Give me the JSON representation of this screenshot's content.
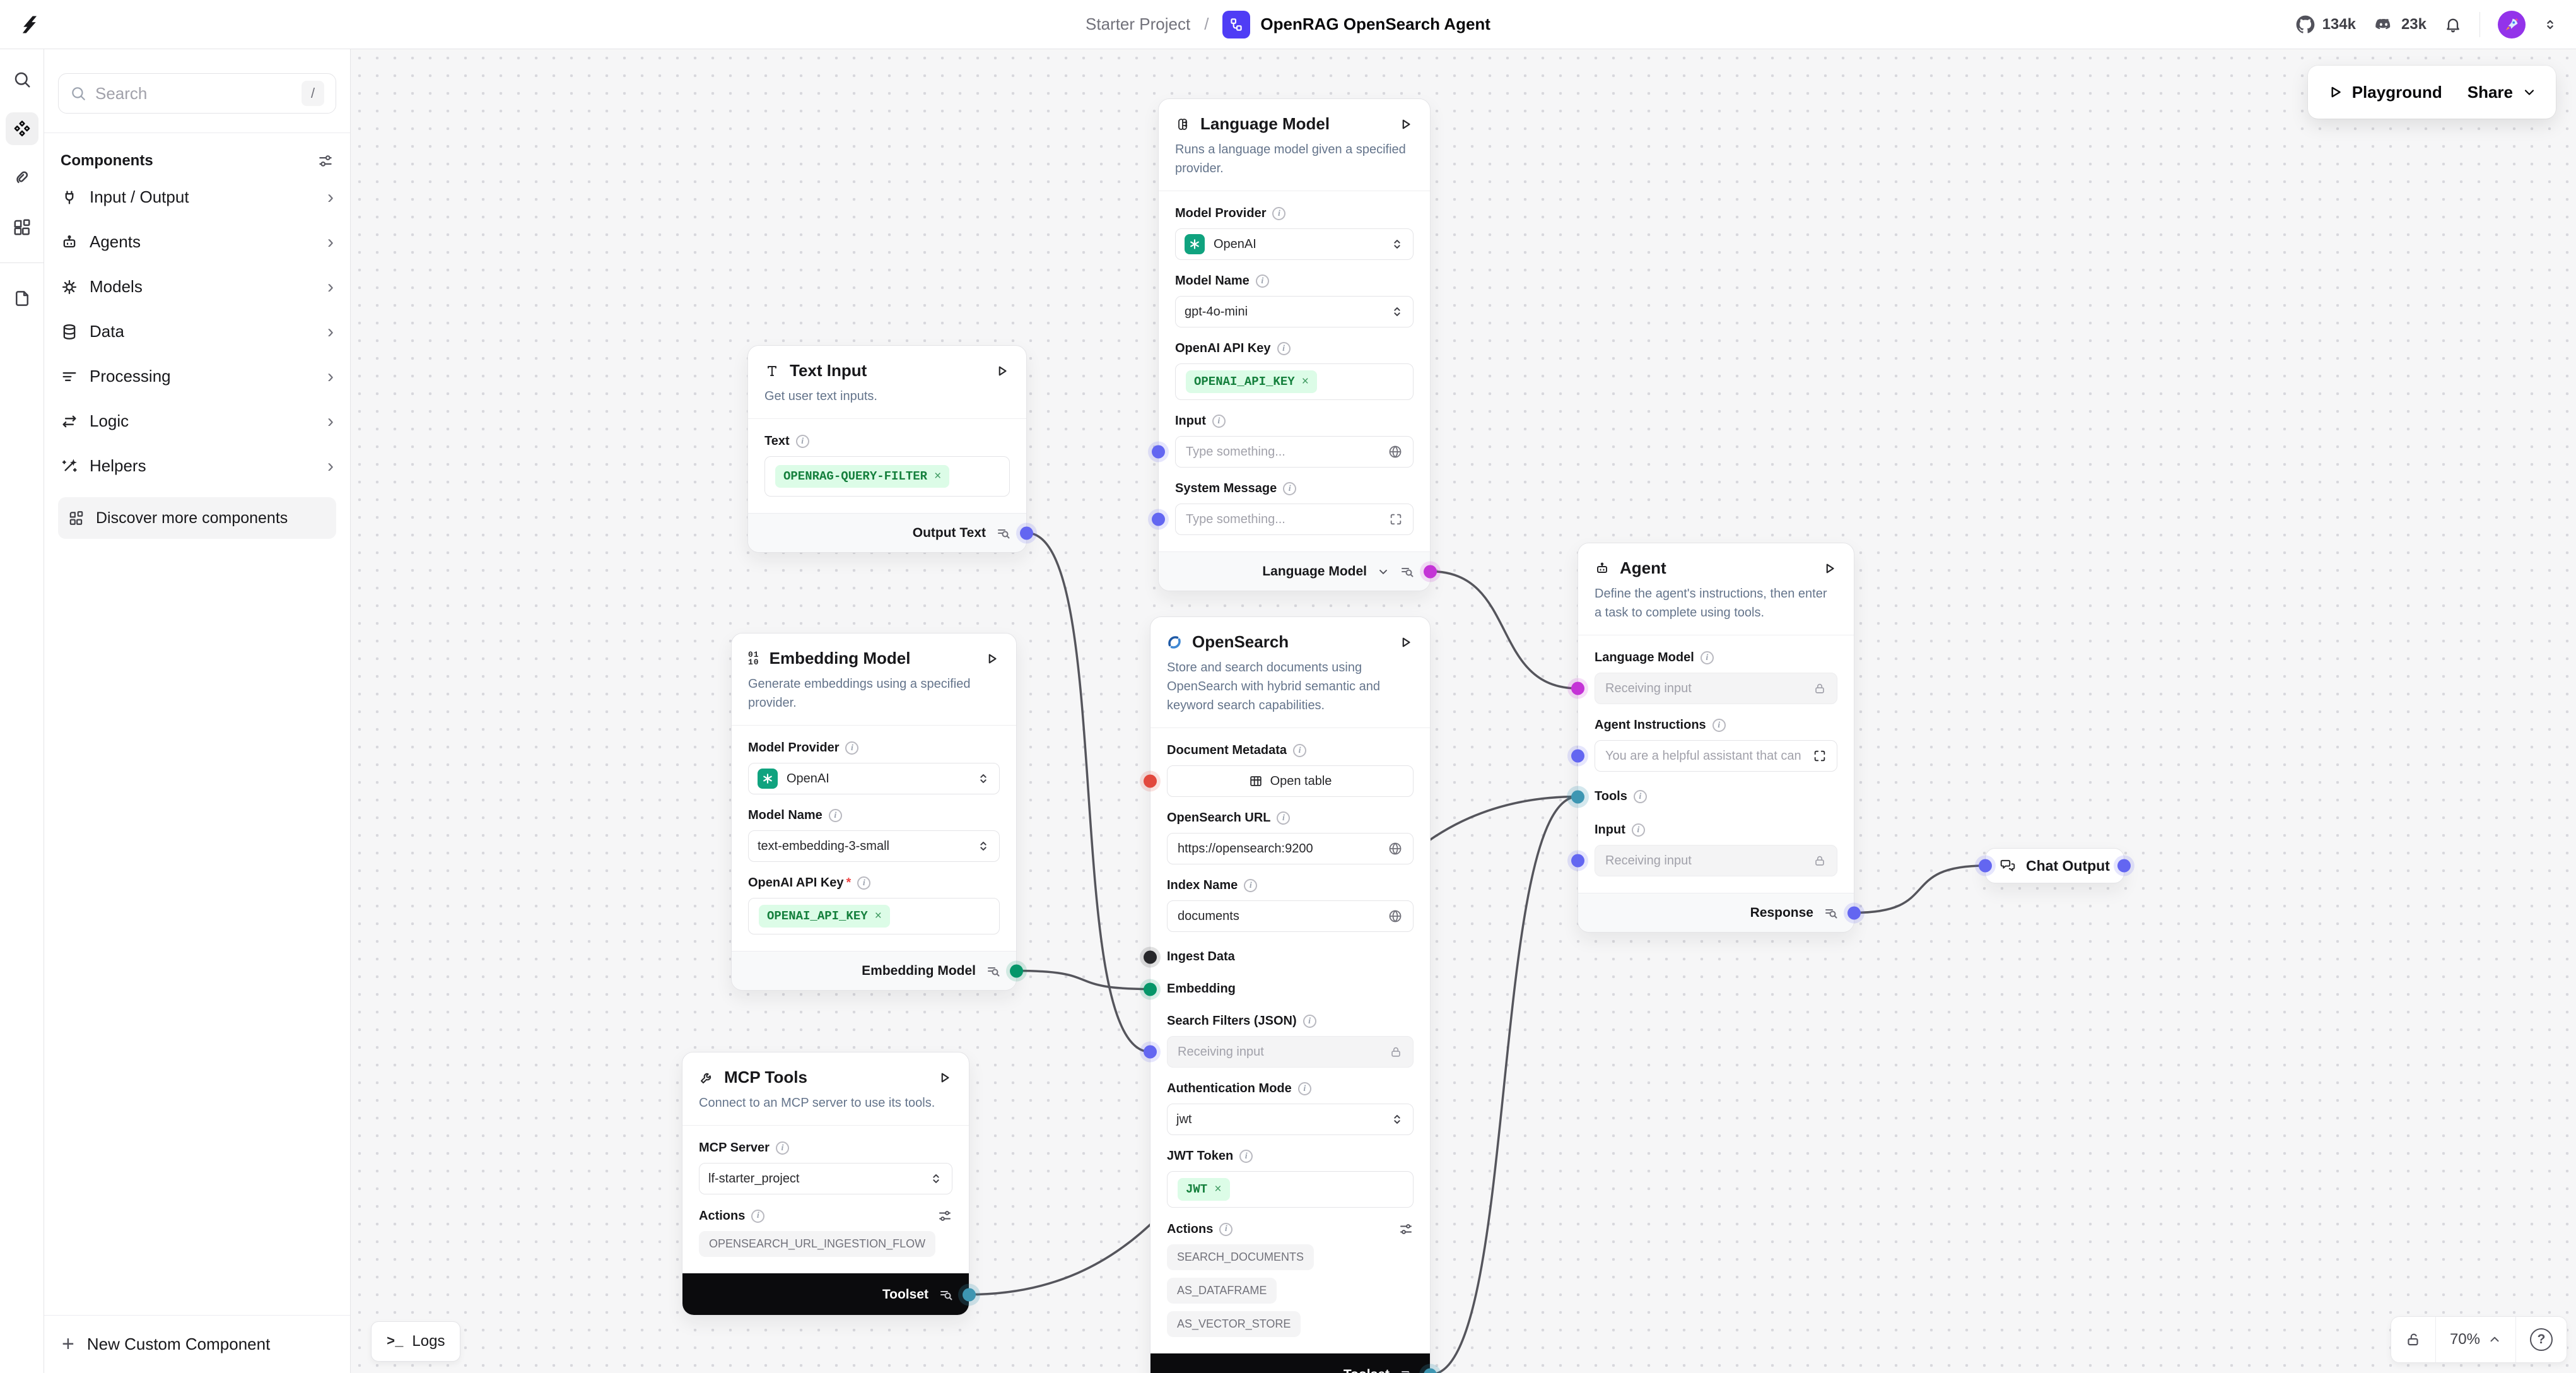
{
  "header": {
    "breadcrumb": "Starter Project",
    "separator": "/",
    "title": "OpenRAG OpenSearch Agent",
    "github_stars": "134k",
    "discord_count": "23k"
  },
  "toolbar": {
    "playground": "Playground",
    "share": "Share"
  },
  "sidebar": {
    "search": {
      "placeholder": "Search",
      "shortcut": "/"
    },
    "section_title": "Components",
    "items": [
      {
        "label": "Input / Output"
      },
      {
        "label": "Agents"
      },
      {
        "label": "Models"
      },
      {
        "label": "Data"
      },
      {
        "label": "Processing"
      },
      {
        "label": "Logic"
      },
      {
        "label": "Helpers"
      }
    ],
    "discover": "Discover more components",
    "new_custom_component": "New Custom Component"
  },
  "canvas": {
    "logs_label": "Logs",
    "zoom_level": "70%"
  },
  "nodes": {
    "text_input": {
      "title": "Text Input",
      "description": "Get user text inputs.",
      "text_label": "Text",
      "text_tag": "OPENRAG-QUERY-FILTER",
      "tag_close": "×",
      "output_label": "Output Text"
    },
    "language_model": {
      "title": "Language Model",
      "description": "Runs a language model given a specified provider.",
      "model_provider_label": "Model Provider",
      "model_provider_value": "OpenAI",
      "model_name_label": "Model Name",
      "model_name_value": "gpt-4o-mini",
      "api_key_label": "OpenAI API Key",
      "api_key_tag": "OPENAI_API_KEY",
      "input_label": "Input",
      "input_placeholder": "Type something...",
      "system_message_label": "System Message",
      "system_message_placeholder": "Type something...",
      "output_label": "Language Model"
    },
    "embedding_model": {
      "title": "Embedding Model",
      "description": "Generate embeddings using a specified provider.",
      "model_provider_label": "Model Provider",
      "model_provider_value": "OpenAI",
      "model_name_label": "Model Name",
      "model_name_value": "text-embedding-3-small",
      "api_key_label": "OpenAI API Key",
      "api_key_required": "*",
      "api_key_tag": "OPENAI_API_KEY",
      "output_label": "Embedding Model"
    },
    "opensearch": {
      "title": "OpenSearch",
      "description": "Store and search documents using OpenSearch with hybrid semantic and keyword search capabilities.",
      "document_metadata_label": "Document Metadata",
      "open_table_button": "Open table",
      "url_label": "OpenSearch URL",
      "url_value": "https://opensearch:9200",
      "index_name_label": "Index Name",
      "index_name_value": "documents",
      "ingest_data_label": "Ingest Data",
      "embedding_label": "Embedding",
      "search_filters_label": "Search Filters (JSON)",
      "search_filters_placeholder": "Receiving input",
      "auth_mode_label": "Authentication Mode",
      "auth_mode_value": "jwt",
      "jwt_label": "JWT Token",
      "jwt_tag": "JWT",
      "actions_label": "Actions",
      "action_tags": [
        "SEARCH_DOCUMENTS",
        "AS_DATAFRAME",
        "AS_VECTOR_STORE"
      ],
      "output_label": "Toolset"
    },
    "mcp_tools": {
      "title": "MCP Tools",
      "description": "Connect to an MCP server to use its tools.",
      "server_label": "MCP Server",
      "server_value": "lf-starter_project",
      "actions_label": "Actions",
      "action_tags": [
        "OPENSEARCH_URL_INGESTION_FLOW"
      ],
      "output_label": "Toolset"
    },
    "agent": {
      "title": "Agent",
      "description": "Define the agent's instructions, then enter a task to complete using tools.",
      "language_model_label": "Language Model",
      "language_model_placeholder": "Receiving input",
      "instructions_label": "Agent Instructions",
      "instructions_value": "You are a helpful assistant that can",
      "tools_label": "Tools",
      "input_label": "Input",
      "input_placeholder": "Receiving input",
      "output_label": "Response"
    },
    "chat_output": {
      "title": "Chat Output"
    }
  },
  "edges": [
    {
      "from": "text-input-output",
      "to": "opensearch-search-filters-in"
    },
    {
      "from": "embedding-model-output",
      "to": "opensearch-embedding-in"
    },
    {
      "from": "language-model-output",
      "to": "agent-language-model-in"
    },
    {
      "from": "mcp-tools-toolset-output",
      "to": "agent-tools-in"
    },
    {
      "from": "opensearch-toolset-output",
      "to": "agent-tools-in"
    },
    {
      "from": "agent-response-output",
      "to": "chat-output-in"
    }
  ],
  "colors": {
    "edge": "#55555c",
    "indigo": "#6366f1",
    "fuchsia": "#c433d6",
    "teal": "#3d96b2",
    "green": "#059669",
    "red": "#e2483d",
    "black": "#27272a",
    "tagbg": "#dcfce7",
    "tagtx": "#15803d",
    "brand": "#4f3df5",
    "openai": "#10a37f",
    "avatar": "#9333ea"
  }
}
